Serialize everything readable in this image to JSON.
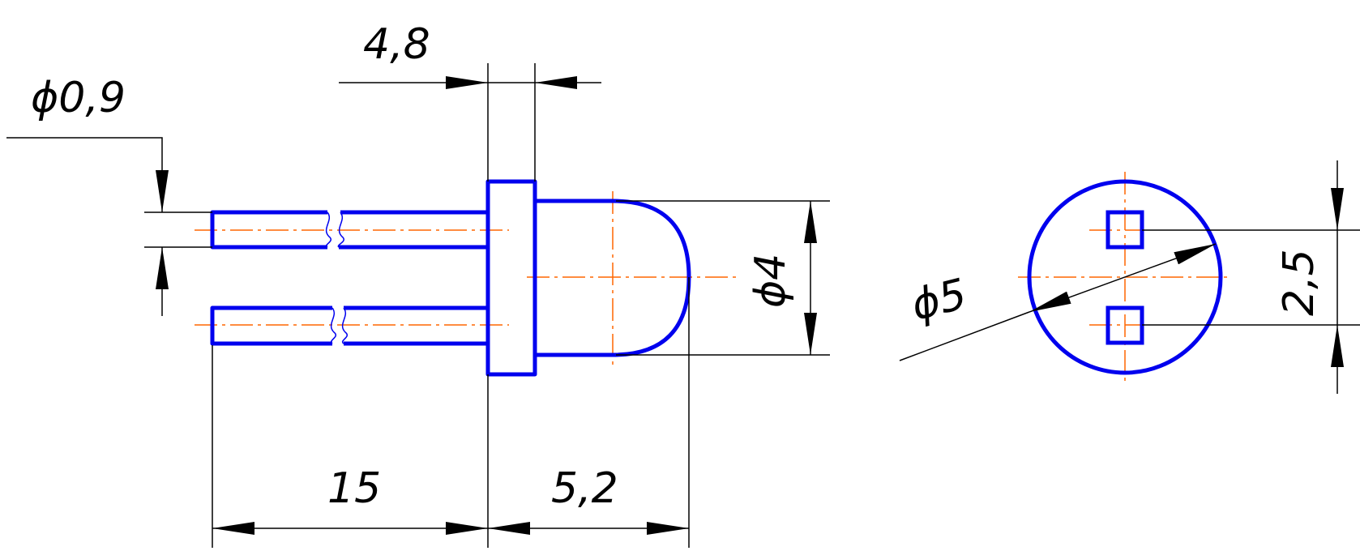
{
  "colors": {
    "outline": "#0000ee",
    "centerline": "#ff6600",
    "dimension": "#000000",
    "background": "#ffffff"
  },
  "dimensions": {
    "lead_diameter": "ϕ0,9",
    "flange_thickness": "4,8",
    "lead_length": "15",
    "body_length": "5,2",
    "body_diameter": "ϕ4",
    "flange_diameter": "ϕ5",
    "lead_spacing": "2,5"
  }
}
